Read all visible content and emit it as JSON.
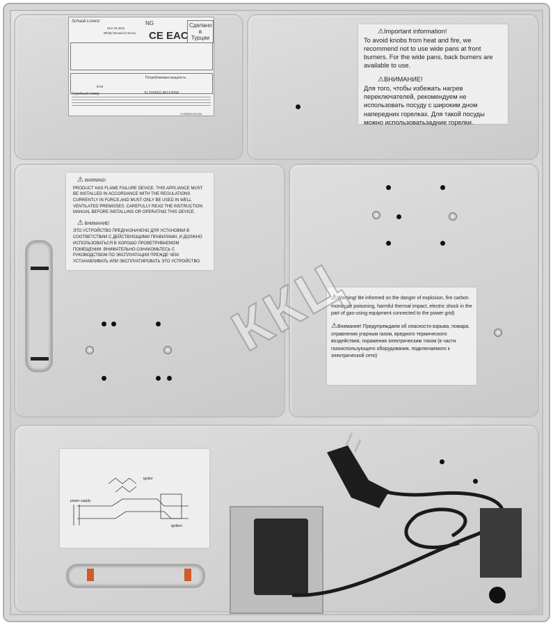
{
  "watermark": "ККЦ",
  "rating_label": {
    "gas_type": "NG",
    "brand": "Schaub Lorenz",
    "model": "SLK GL4511",
    "color": "White/ Белый (стекло)",
    "origin": "Сделано в Турции",
    "power_label": "Потребляемая мощность",
    "serial_label": "Серийный номер",
    "serial": "SL2200GL45110056",
    "ip_class": "IP20",
    "barcode": "4 053055 901434"
  },
  "important_label": {
    "title": "Important information!",
    "text": "To avoid knobs from heat and fire, we recommend not to use wide pans at front burners. For the wide pans, back burners are available to use.",
    "title_ru": "ВНИМАНИЕ!",
    "text_ru": "Для того, чтобы избежать нагрев переключателей, рекомендуем не использовать посуду с широким дном напередних горелках. Для такой посуды можно использоватьзадние горелки."
  },
  "warning_label": {
    "title": "WARNING!",
    "text": "PRODUCT HAS FLAME FAILURE DEVICE. THIS APPLIANCE MUST BE INSTALLED IN ACCORDANCE WITH THE REGULATIONS CURRENTLY IN FORCE,AND MUST ONLY BE USED IN WELL VENTILATED PREMISSES. CAREFULLY READ THE INSTRUCTION MANUAL BEFORE INSTALLING OR OPERATING THIS DEVICE.",
    "title_ru": "ВНИМАНИЕ!",
    "text_ru": "ЭТО УСТРОЙСТВО ПРЕДНАЗНАЧЕНО ДЛЯ УСТАНОВКИ В СООТВЕТСТВИИ С ДЕЙСТВУЮЩИМИ ПРАВИЛАМИ, И ДОЛЖНО ИСПОЛЬЗОВАТЬСЯ В ХОРОШО ПРОВЕТРИВАЕМОМ ПОМЕЩЕНИИ. ВНИМАТЕЛЬНО ОЗНАКОМЬТЕСЬ С РУКОВОДСТВОМ ПО ЭКСПЛУАТАЦИИ ПРЕЖДЕ ЧЕМ УСТАНАВЛИВАТЬ ИЛИ ЭКСПЛУАТИРОВАТЬ ЭТО УСТРОЙСТВО."
  },
  "danger_label": {
    "text": "Warning! Be informed on the danger of explosion, fire carbon monoxide poisoning, harmful thermal impact, electric shock in the part of gas-using equipment connected to the power grid)",
    "text_ru": "Внимание! Предупреждаем об опасности взрыва, пожара, отравления угарным газом, вредного термического воздействия, поражения электрическим током (в части газоиспользующего оборудования, подключаемого к электрической сети)"
  },
  "wiring_label": {
    "top": "ignitor",
    "left": "power supply",
    "right": "ignition"
  }
}
